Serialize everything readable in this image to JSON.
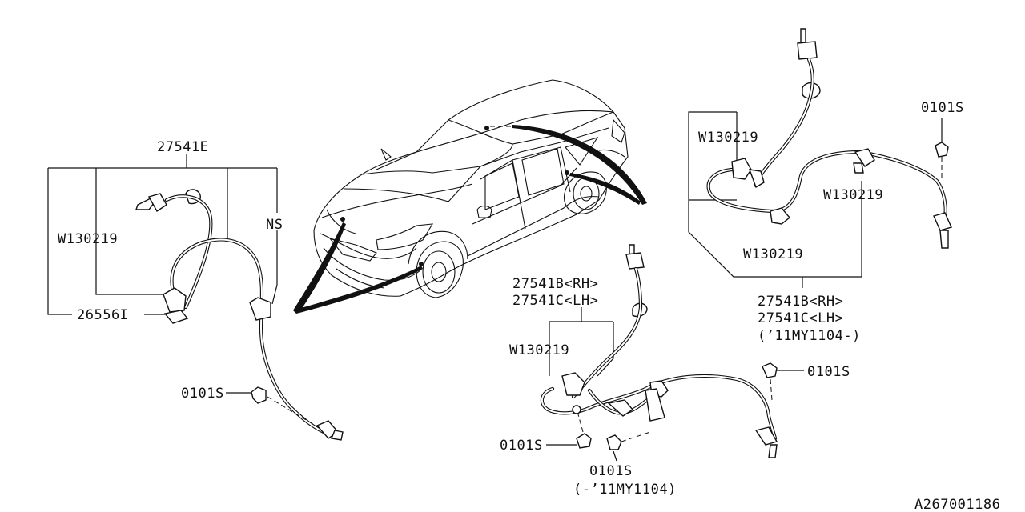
{
  "labels": {
    "left_assembly": "27541E",
    "left_harness_clip": "W130219",
    "left_ns": "NS",
    "left_sensor": "26556I",
    "left_bolt": "0101S",
    "center_rh": "27541B<RH>",
    "center_lh": "27541C<LH>",
    "center_harness_clip": "W130219",
    "center_bolt_right": "0101S",
    "center_bolt_left": "0101S",
    "center_bolt_bottom": "0101S",
    "center_note": "(-’11MY1104)",
    "right_clip_top": "W130219",
    "right_clip_right": "W130219",
    "right_clip_bottom": "W130219",
    "right_bolt": "0101S",
    "right_rh": "27541B<RH>",
    "right_lh": "27541C<LH>",
    "right_note": "(’11MY1104-)"
  },
  "footer": {
    "diagram_id": "A267001186"
  },
  "colors": {
    "ink": "#111111",
    "paper": "#ffffff"
  }
}
